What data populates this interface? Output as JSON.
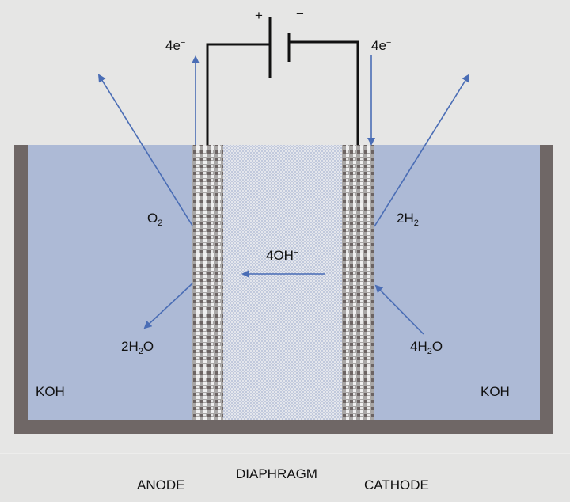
{
  "title": "Alkaline water electrolysis cell",
  "battery": {
    "plus": "+",
    "minus": "−"
  },
  "electrons_anode": {
    "base": "4e",
    "sup": "−"
  },
  "electrons_cathode": {
    "base": "4e",
    "sup": "−"
  },
  "species": {
    "o2": {
      "base": "O",
      "sub": "2"
    },
    "h2": {
      "base": "2H",
      "sub": "2"
    },
    "oh": {
      "base": "4OH",
      "sup": "−"
    },
    "water_out": {
      "base": "2H",
      "sub": "2",
      "tail": "O"
    },
    "water_in": {
      "base": "4H",
      "sub": "2",
      "tail": "O"
    }
  },
  "electrolyte_left": "KOH",
  "electrolyte_right": "KOH",
  "captions": {
    "anode": "ANODE",
    "diaphragm": "DIAPHRAGM",
    "cathode": "CATHODE"
  },
  "colors": {
    "electrolyte": "#adbad6",
    "tank": "#6f6766",
    "arrow": "#4a6db5",
    "wire": "#111111",
    "background": "#e6e6e5"
  }
}
